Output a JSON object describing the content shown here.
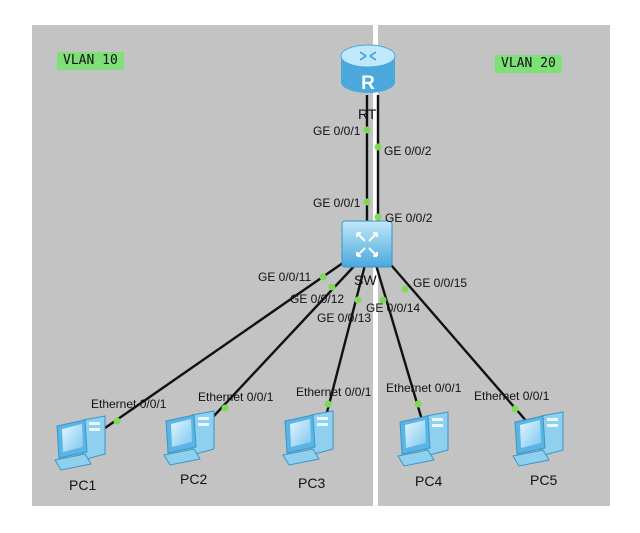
{
  "vlans": {
    "left": "VLAN 10",
    "right": "VLAN 20"
  },
  "router": {
    "label": "RT",
    "icon_letter": "R",
    "ports": [
      "GE 0/0/1",
      "GE 0/0/2"
    ]
  },
  "switch": {
    "label": "SW",
    "uplink_ports": [
      "GE 0/0/1",
      "GE 0/0/2"
    ],
    "access_ports": [
      "GE 0/0/11",
      "GE 0/0/12",
      "GE 0/0/13",
      "GE 0/0/14",
      "GE 0/0/15"
    ]
  },
  "pcs": [
    {
      "name": "PC1",
      "port": "Ethernet 0/0/1"
    },
    {
      "name": "PC2",
      "port": "Ethernet 0/0/1"
    },
    {
      "name": "PC3",
      "port": "Ethernet 0/0/1"
    },
    {
      "name": "PC4",
      "port": "Ethernet 0/0/1"
    },
    {
      "name": "PC5",
      "port": "Ethernet 0/0/1"
    }
  ],
  "colors": {
    "background": "#c3c3c3",
    "vlan_tag": "#7fe07a",
    "port_dot": "#7ed957",
    "device_blue": "#6fc3ea",
    "link": "#111111"
  }
}
